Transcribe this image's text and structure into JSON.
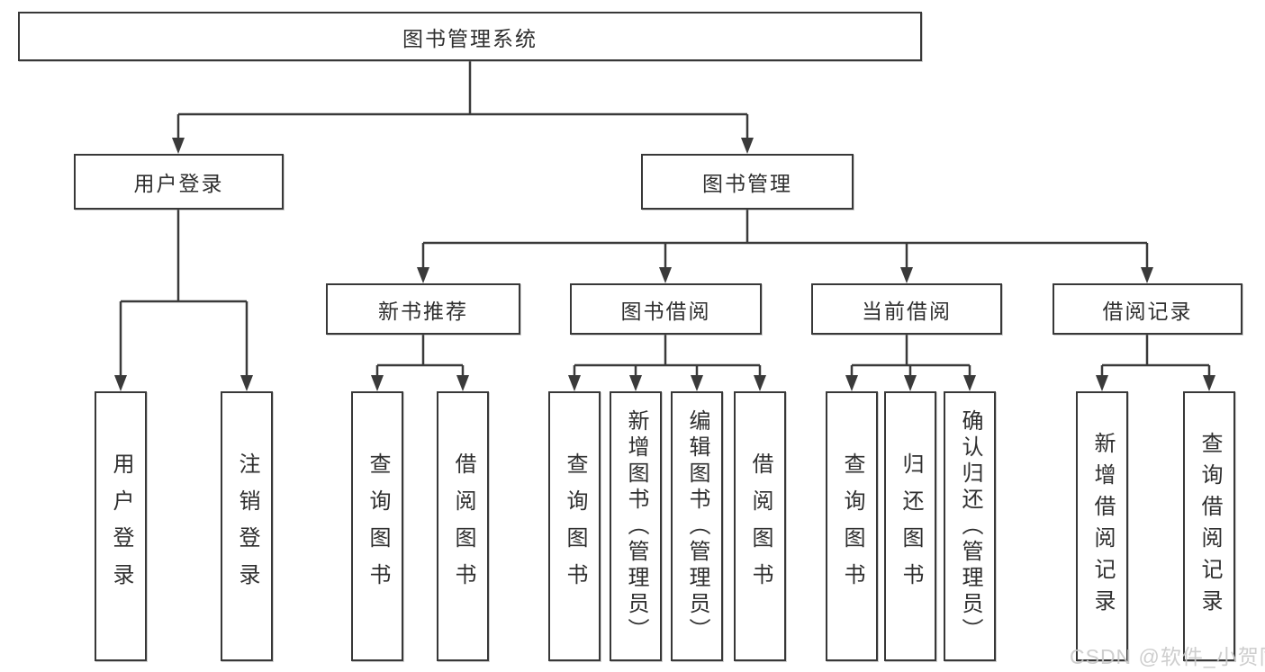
{
  "root": {
    "label": "图书管理系统"
  },
  "user_login": {
    "label": "用户登录",
    "children": [
      {
        "label": "用户登录"
      },
      {
        "label": "注销登录"
      }
    ]
  },
  "book_management": {
    "label": "图书管理",
    "sections": [
      {
        "label": "新书推荐",
        "children": [
          {
            "label": "查询图书"
          },
          {
            "label": "借阅图书"
          }
        ]
      },
      {
        "label": "图书借阅",
        "children": [
          {
            "label": "查询图书"
          },
          {
            "label": "新增图书（管理员）"
          },
          {
            "label": "编辑图书（管理员）"
          },
          {
            "label": "借阅图书"
          }
        ]
      },
      {
        "label": "当前借阅",
        "children": [
          {
            "label": "查询图书"
          },
          {
            "label": "归还图书"
          },
          {
            "label": "确认归还（管理员）"
          }
        ]
      },
      {
        "label": "借阅记录",
        "children": [
          {
            "label": "新增借阅记录"
          },
          {
            "label": "查询借阅记录"
          }
        ]
      }
    ]
  },
  "watermark": "CSDN @软件_小贺同学",
  "colors": {
    "line": "#3a3a3a",
    "text": "#2f2f2f",
    "watermark": "#c9c9c9",
    "background": "#ffffff"
  }
}
